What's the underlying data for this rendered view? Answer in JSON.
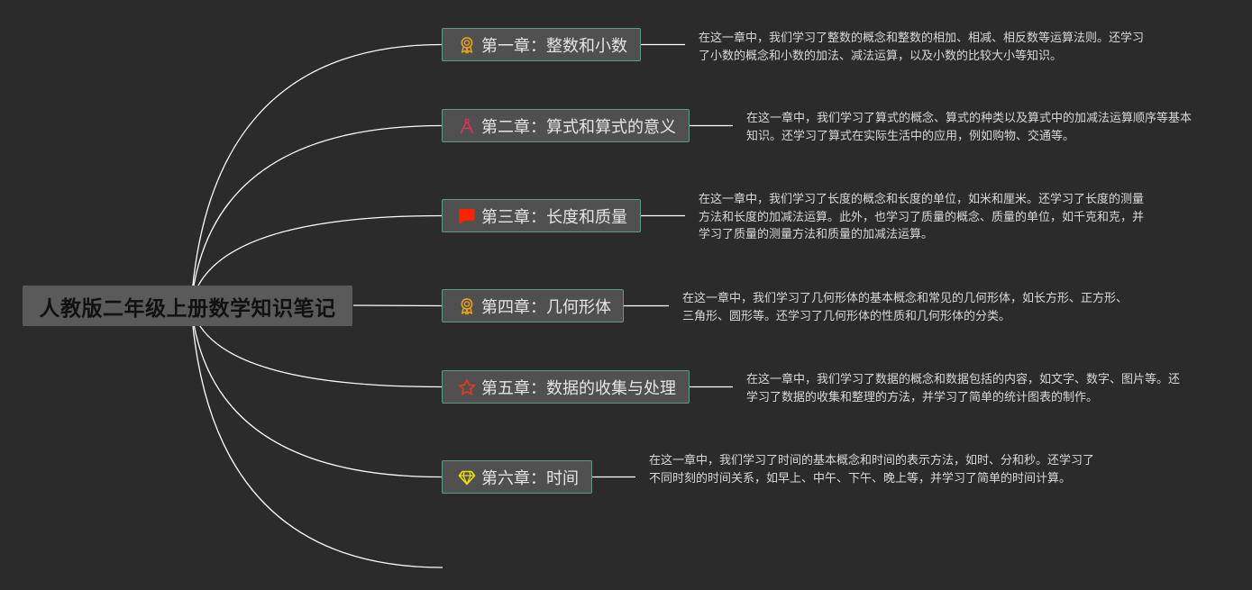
{
  "root": {
    "title": "人教版二年级上册数学知识笔记"
  },
  "colors": {
    "background": "#2b2b2b",
    "root_fill": "#5a5a5a",
    "chapter_fill": "#505050",
    "chapter_border": "#5e9a86",
    "connector": "#ffffff",
    "icon_ribbon": "#e8a317",
    "icon_compass": "#e0305a",
    "icon_flag": "#ff2200",
    "icon_star": "#e03a1e",
    "icon_diamond": "#f5e000"
  },
  "chapters": [
    {
      "title": "第一章：整数和小数",
      "icon": "ribbon-medal-icon",
      "description": "在这一章中，我们学习了整数的概念和整数的相加、相减、相反数等运算法则。还学习了小数的概念和小数的加法、减法运算，以及小数的比较大小等知识。"
    },
    {
      "title": "第二章：算式和算式的意义",
      "icon": "compass-icon",
      "description": "在这一章中，我们学习了算式的概念、算式的种类以及算式中的加减法运算顺序等基本知识。还学习了算式在实际生活中的应用，例如购物、交通等。"
    },
    {
      "title": "第三章：长度和质量",
      "icon": "flag-icon",
      "description": "在这一章中，我们学习了长度的概念和长度的单位，如米和厘米。还学习了长度的测量方法和长度的加减法运算。此外，也学习了质量的概念、质量的单位，如千克和克，并学习了质量的测量方法和质量的加减法运算。"
    },
    {
      "title": "第四章：几何形体",
      "icon": "ribbon-medal-icon",
      "description": "在这一章中，我们学习了几何形体的基本概念和常见的几何形体，如长方形、正方形、三角形、圆形等。还学习了几何形体的性质和几何形体的分类。"
    },
    {
      "title": "第五章：数据的收集与处理",
      "icon": "star-icon",
      "description": "在这一章中，我们学习了数据的概念和数据包括的内容，如文字、数字、图片等。还学习了数据的收集和整理的方法，并学习了简单的统计图表的制作。"
    },
    {
      "title": "第六章：时间",
      "icon": "diamond-icon",
      "description": "在这一章中，我们学习了时间的基本概念和时间的表示方法，如时、分和秒。还学习了不同时刻的时间关系，如早上、中午、下午、晚上等，并学习了简单的时间计算。"
    }
  ]
}
